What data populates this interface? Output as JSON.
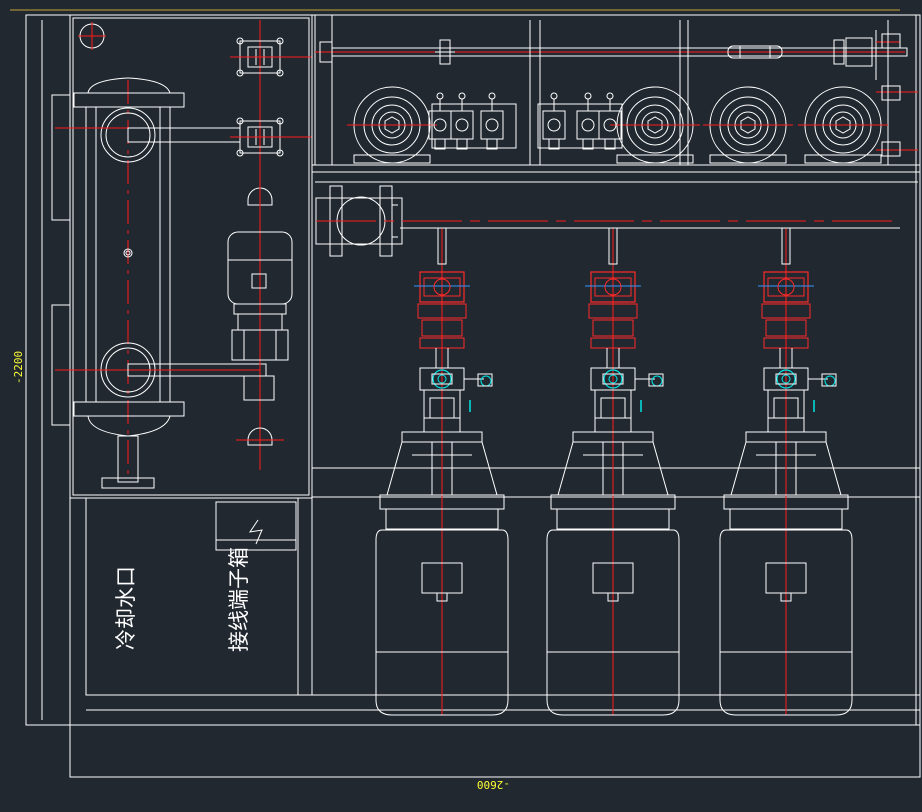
{
  "dimensions": {
    "height_label": "-2200",
    "width_label": "-2600"
  },
  "labels": {
    "cooling_water_outlet": "冷却水口",
    "terminal_box": "接线端子箱"
  },
  "colors": {
    "background": "#212830",
    "line": "#ffffff",
    "centerline": "#ff1a1a",
    "dimension": "#ffff33",
    "valve_accent": "#3399ff",
    "nozzle_accent": "#00e5e5"
  },
  "pump_units": [
    {
      "id": "pump-1"
    },
    {
      "id": "pump-2"
    },
    {
      "id": "pump-3"
    }
  ]
}
